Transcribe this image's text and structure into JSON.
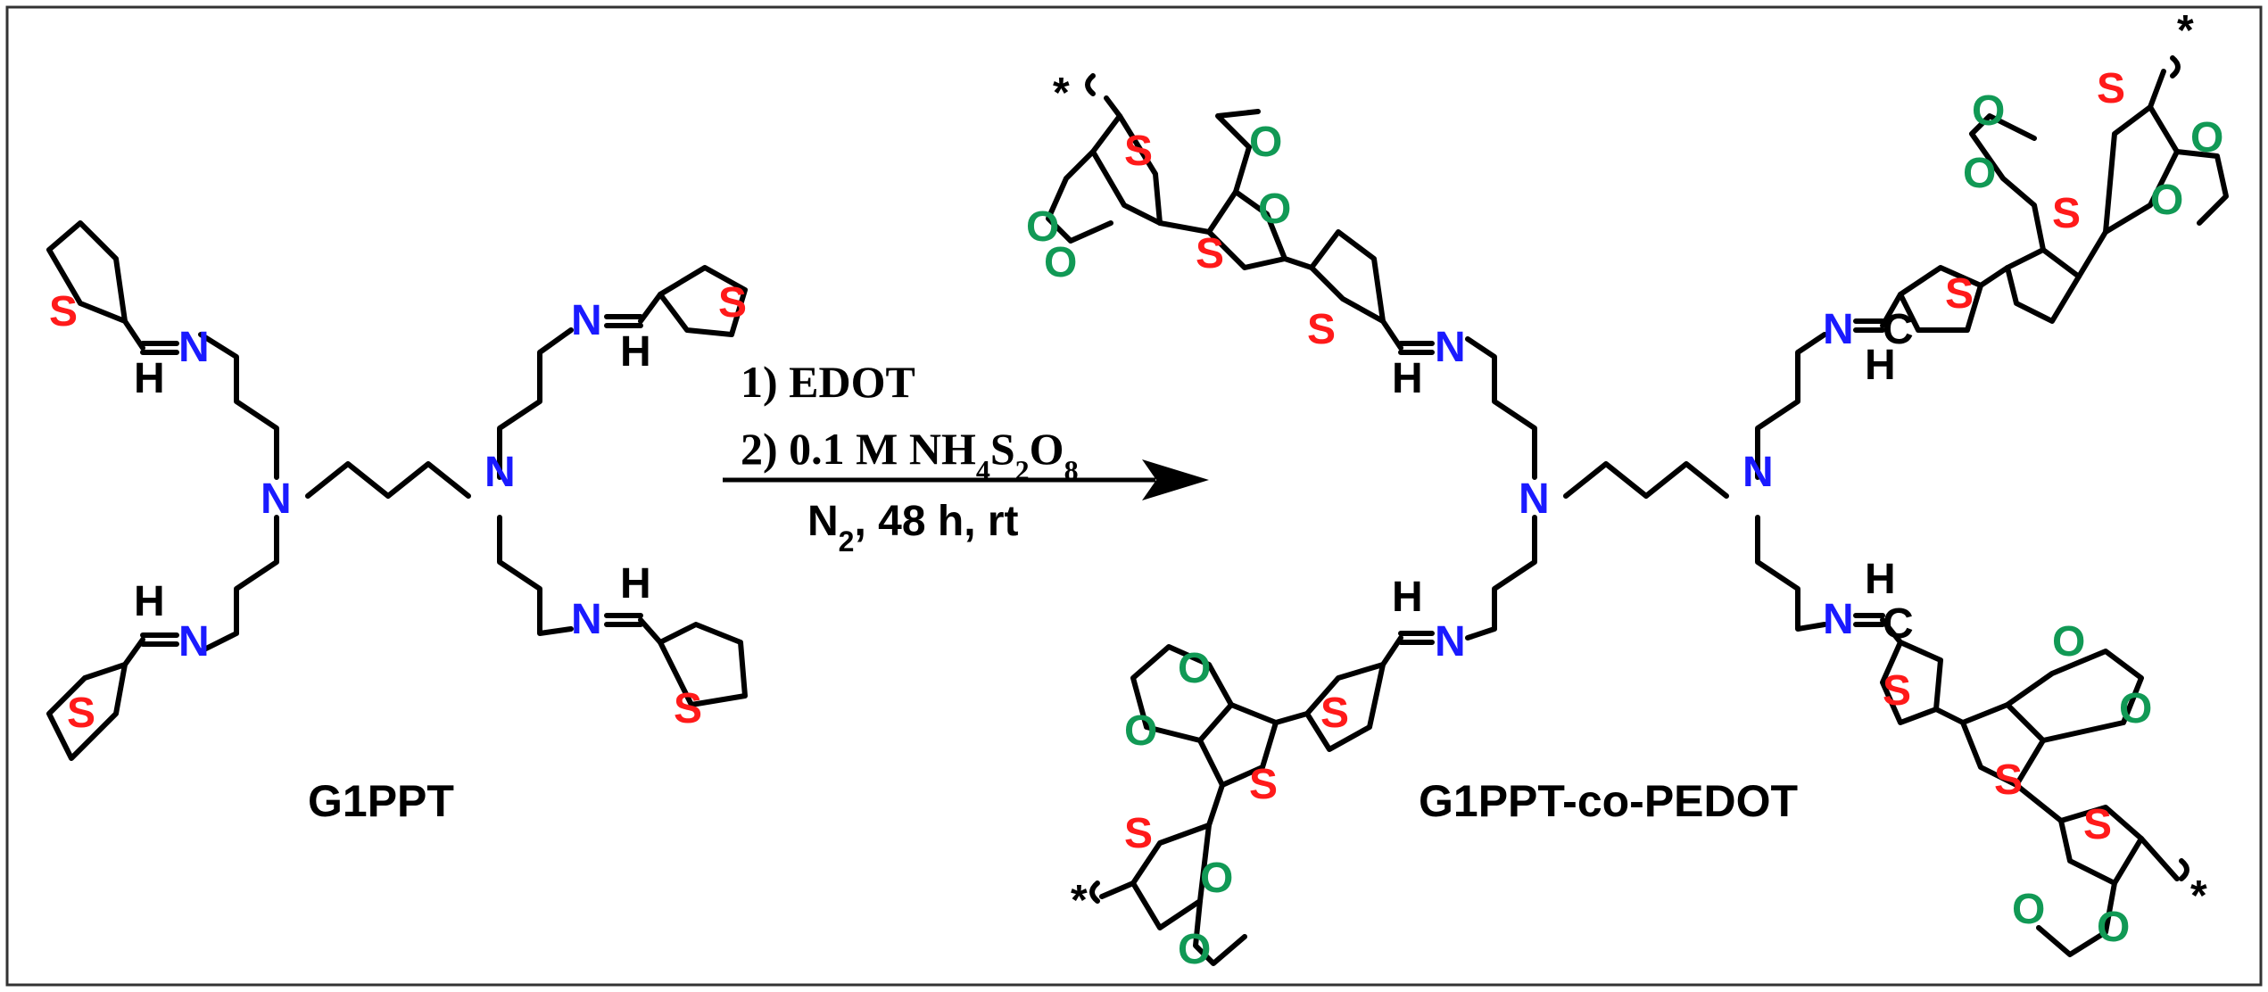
{
  "atom_colors": {
    "N": "#1a1aff",
    "S": "#ff1a1a",
    "O": "#119955",
    "C": "#000000",
    "H": "#000000"
  },
  "atom_labels": {
    "N": "N",
    "S": "S",
    "O": "O",
    "C": "C",
    "H": "H",
    "star": "*"
  },
  "reaction": {
    "step1": "1) EDOT",
    "step2_prefix": "2) 0.1 M NH",
    "step2_sub1": "4",
    "step2_mid1": "S",
    "step2_sub2": "2",
    "step2_mid2": "O",
    "step2_sub3": "8",
    "cond_n": "N",
    "cond_n_sub": "2",
    "cond_rest": ", 48 h, rt"
  },
  "reactant": {
    "name": "G1PPT"
  },
  "product": {
    "name": "G1PPT-co-PEDOT"
  }
}
